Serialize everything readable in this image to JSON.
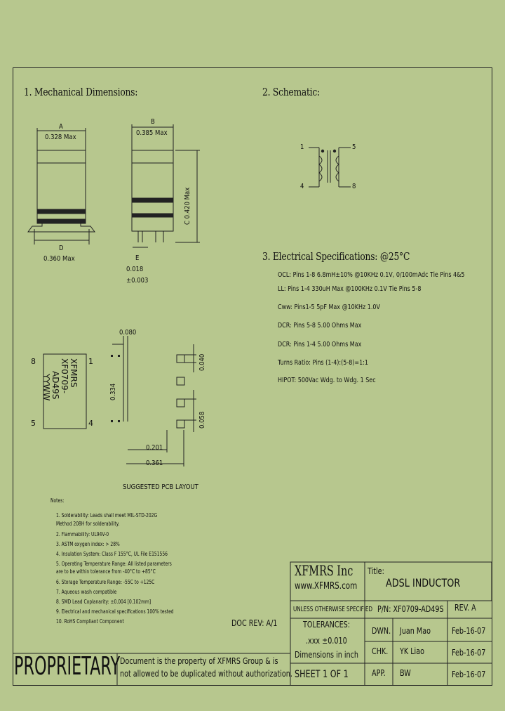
{
  "sections": {
    "mech": "1. Mechanical Dimensions:",
    "sch": "2. Schematic:",
    "elec": "3. Electrical Specifications: @25°C"
  },
  "dims": {
    "a_letter": "A",
    "a_val": "0.328 Max",
    "b_letter": "B",
    "b_val": "0.385 Max",
    "c_val": "C  0.420 Max",
    "d_letter": "D",
    "d_val": "0.360 Max",
    "e_letter": "E",
    "e_val1": "0.018",
    "e_val2": "±0.003"
  },
  "schematic": {
    "p1": "1",
    "p4": "4",
    "p5": "5",
    "p8": "8"
  },
  "specs": [
    "OCL: Pins 1-8 6.8mH±10% @10KHz 0.1V, 0/100mAdc Tie Pins 4&5",
    "LL: Pins 1-4 330uH Max @100KHz 0.1V Tie Pins 5-8",
    "Cww: Pins1-5 5pF Max @10KHz 1.0V",
    "DCR: Pins 5-8 5.00 Ohms Max",
    "DCR: Pins 1-4 5.00 Ohms Max",
    "Turns Ratio: Pins (1-4):(5-8)=1:1",
    "HIPOT: 500Vac Wdg. to Wdg. 1 Sec"
  ],
  "marking": {
    "lines": [
      "XFMRS",
      "XF0709-",
      "AD49S",
      "YYWW"
    ],
    "pin8": "8",
    "pin1": "1",
    "pin5": "5",
    "pin4": "4"
  },
  "pcb": {
    "d1": "0.080",
    "d2": "0.334",
    "d3": "0.040",
    "d4": "0.058",
    "d5": "0.201",
    "d6": "0.361",
    "caption": "SUGGESTED PCB LAYOUT"
  },
  "notes": {
    "title": "Notes:",
    "items": [
      "1. Solderability: Leads shall meet MIL-STD-202G",
      "    Method 208H for solderability.",
      "2. Flammability: UL94V-0",
      "3. ASTM oxygen index: > 28%",
      "4. Insulation System: Class F 155°C, UL File E151556",
      "5. Operating Temperature Range: All listed parameters",
      "    are to be within tolerance from -40°C to +85°C",
      "6. Storage Temperature Range: -55C to +125C",
      "7. Aqueous wash compatible",
      "8. SMD Lead Coplanarity: ±0.004 [0.102mm]",
      "9. Electrical and mechanical specifications 100% tested",
      "10. RoHS Compliant Component"
    ]
  },
  "doc_rev": "DOC REV: A/1",
  "title_block": {
    "company": "XFMRS Inc",
    "website": "www.XFMRS.com",
    "title_label": "Title:",
    "title": "ADSL INDUCTOR",
    "unless": "UNLESS OTHERWISE SPECIFIED",
    "pn": "P/N: XF0709-AD49S",
    "rev": "REV. A",
    "tolerances": "TOLERANCES:",
    "tol_val": ".xxx ±0.010",
    "dim_in": "Dimensions in inch",
    "dwn_label": "DWN.",
    "dwn_name": "Juan Mao",
    "dwn_date": "Feb-16-07",
    "chk_label": "CHK.",
    "chk_name": "YK Liao",
    "chk_date": "Feb-16-07",
    "app_label": "APP.",
    "app_name": "BW",
    "app_date": "Feb-16-07",
    "sheet": "SHEET  1  OF  1",
    "proprietary": "PROPRIETARY",
    "notice1": "Document is the property of XFMRS Group & is",
    "notice2": "not allowed to be duplicated without authorization."
  }
}
